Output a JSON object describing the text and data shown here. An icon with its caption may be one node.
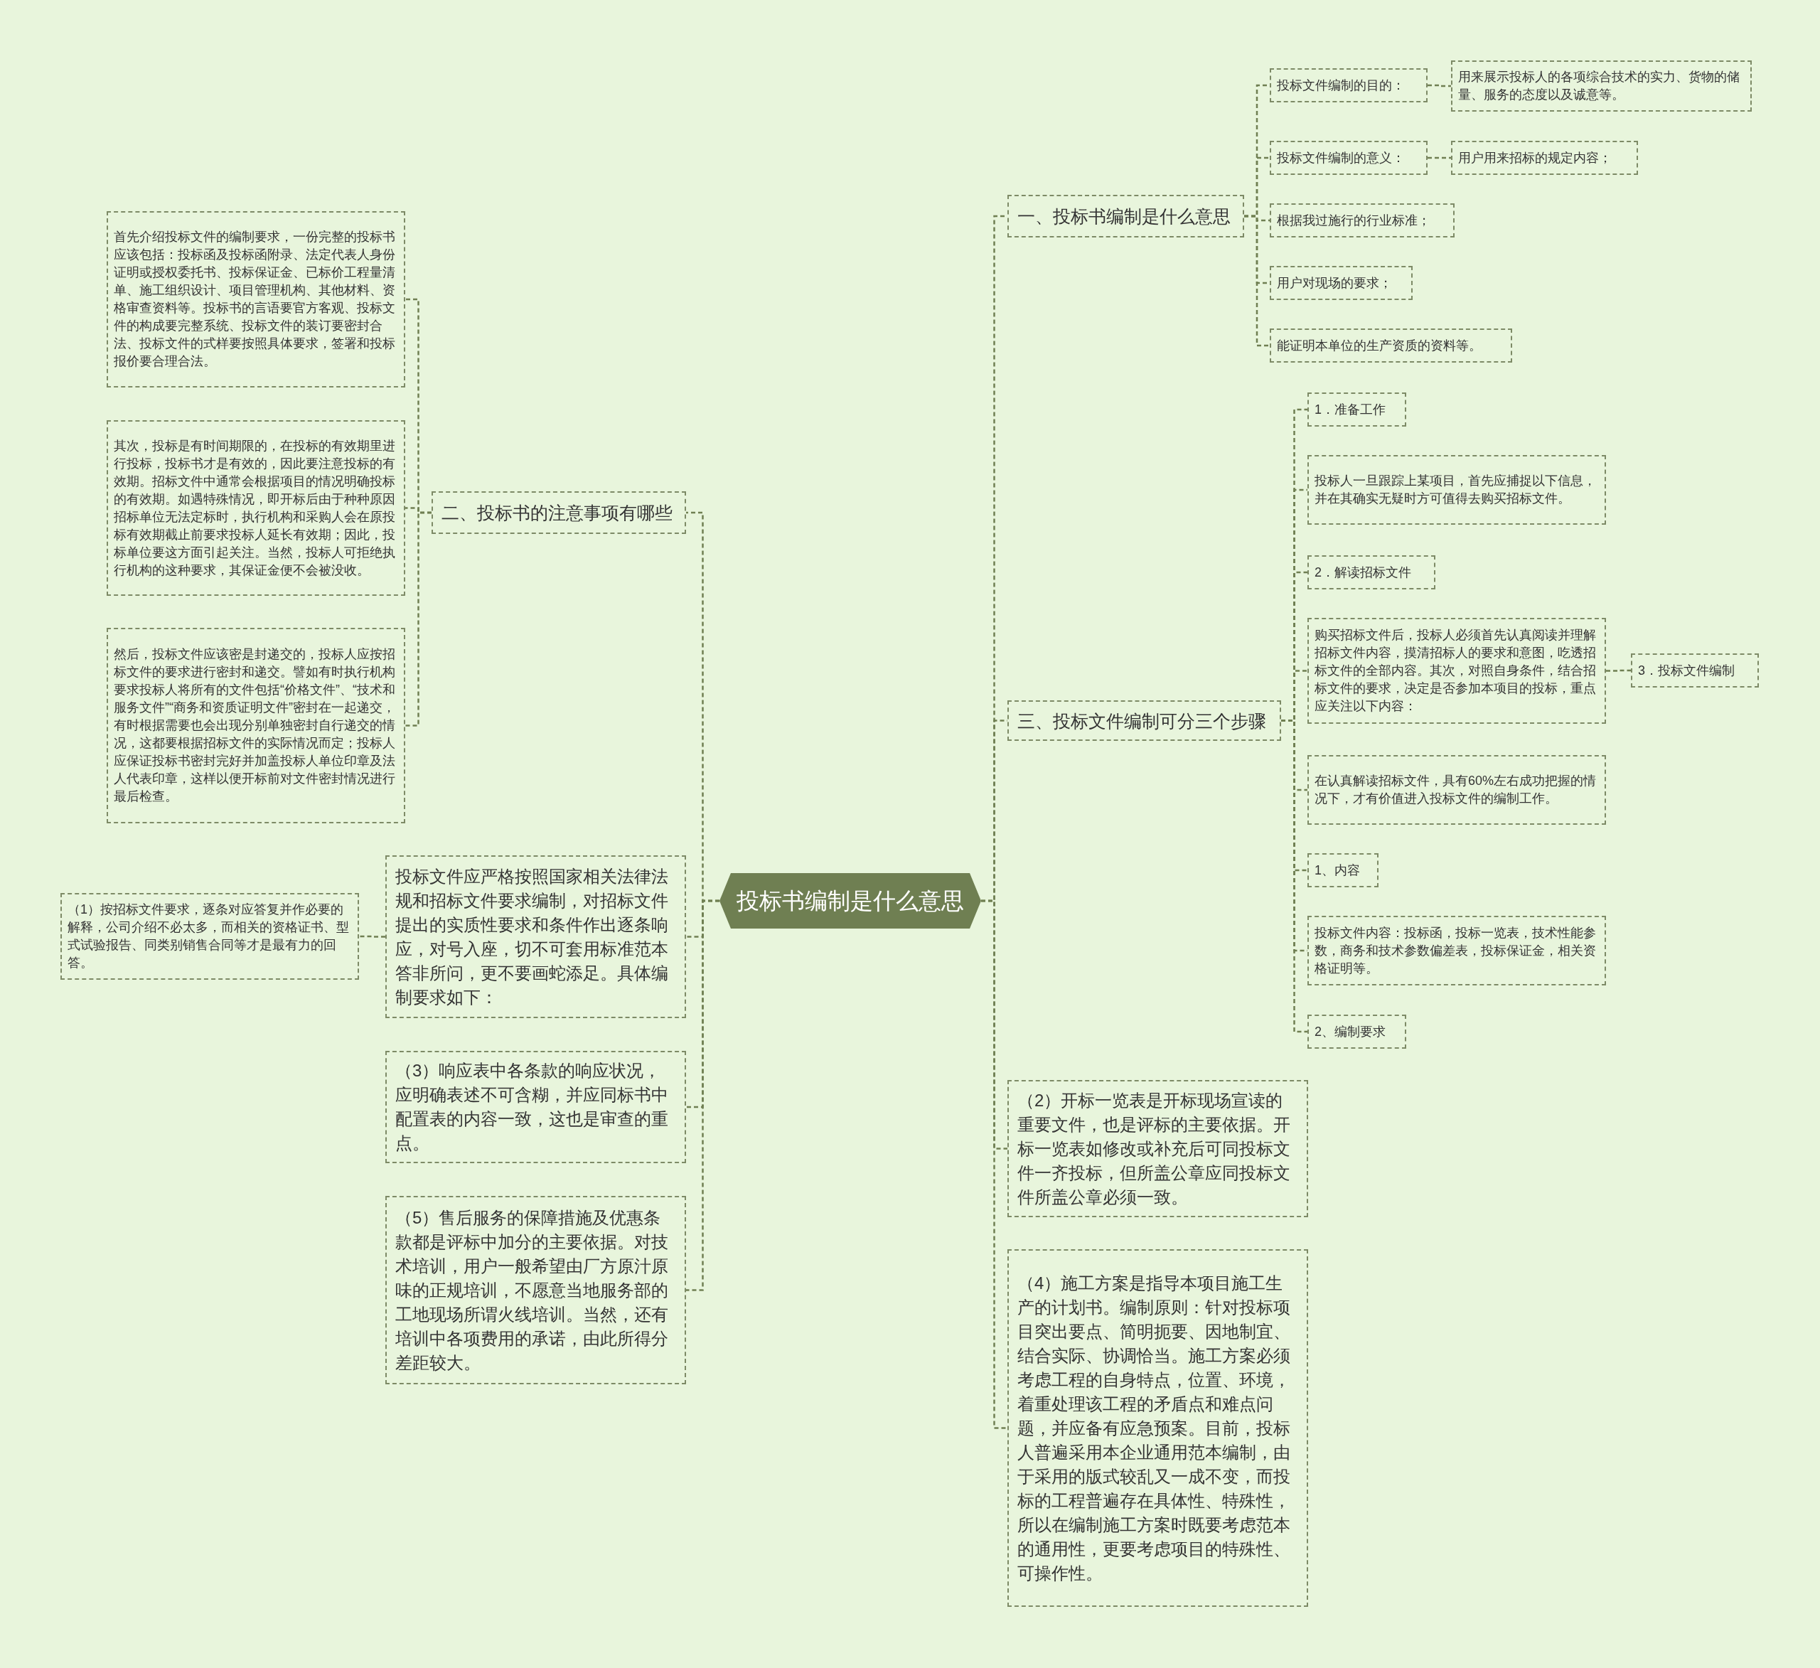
{
  "diagram": {
    "nodes": [
      {
        "text": [
          "投标书编制是什么意思"
        ]
      },
      {
        "text": [
          "一、投标书编制是什么意思"
        ]
      },
      {
        "text": [
          "投标文件编制的目的："
        ]
      },
      {
        "text": [
          "用来展示投标人的各项综合技术的实力、货物的储量、服务的态度以及诚意等。"
        ]
      },
      {
        "text": [
          "投标文件编制的意义："
        ]
      },
      {
        "text": [
          "用户用来招标的规定内容；"
        ]
      },
      {
        "text": [
          "根据我过施行的行业标准；"
        ]
      },
      {
        "text": [
          "用户对现场的要求；"
        ]
      },
      {
        "text": [
          "能证明本单位的生产资质的资料等。"
        ]
      },
      {
        "text": [
          "三、投标文件编制可分三个步骤"
        ]
      },
      {
        "text": [
          "1．准备工作"
        ]
      },
      {
        "text": [
          "投标人一旦跟踪上某项目，首先应捕捉以下信息，并在其确实无疑时方可值得去购买招标文件。"
        ]
      },
      {
        "text": [
          "2．解读招标文件"
        ]
      },
      {
        "text": [
          "购买招标文件后，投标人必须首先认真阅读并理解招标文件内容，摸清招标人的要求和意图，吃透招标文件的全部内容。其次，对照自身条件，结合招标文件的要求，决定是否参加本项目的投标，重点应关注以下内容："
        ]
      },
      {
        "text": [
          "3．投标文件编制"
        ]
      },
      {
        "text": [
          "在认真解读招标文件，具有60%左右成功把握的情况下，才有价值进入投标文件的编制工作。"
        ]
      },
      {
        "text": [
          "1、内容"
        ]
      },
      {
        "text": [
          "投标文件内容：投标函，投标一览表，技术性能参数，商务和技术参数偏差表，投标保证金，相关资格证明等。"
        ]
      },
      {
        "text": [
          "2、编制要求"
        ]
      },
      {
        "text": [
          "（2）开标一览表是开标现场宣读的重要文件，也是评标的主要依据。开标一览表如修改或补充后可同投标文件一齐投标，但所盖公章应同投标文件所盖公章必须一致。"
        ]
      },
      {
        "text": [
          "（4）施工方案是指导本项目施工生产的计划书。编制原则：针对投标项目突出要点、简明扼要、因地制宜、结合实际、协调恰当。施工方案必须考虑工程的自身特点，位置、环境，着重处理该工程的矛盾点和难点问题，并应备有应急预案。目前，投标人普遍采用本企业通用范本编制，由于采用的版式较乱又一成不变，而投标的工程普遍存在具体性、特殊性，所以在编制施工方案时既要考虑范本的通用性，更要考虑项目的特殊性、可操作性。"
        ]
      },
      {
        "text": [
          "二、投标书的注意事项有哪些"
        ]
      },
      {
        "text": [
          "首先介绍投标文件的编制要求，一份完整的投标书应该包括：投标函及投标函附录、法定代表人身份证明或授权委托书、投标保证金、已标价工程量清单、施工组织设计、项目管理机构、其他材料、资格审查资料等。投标书的言语要官方客观、投标文件的构成要完整系统、投标文件的装订要密封合法、投标文件的式样要按照具体要求，签署和投标报价要合理合法。"
        ]
      },
      {
        "text": [
          "其次，投标是有时间期限的，在投标的有效期里进行投标，投标书才是有效的，因此要注意投标的有效期。招标文件中通常会根据项目的情况明确投标的有效期。如遇特殊情况，即开标后由于种种原因招标单位无法定标时，执行机构和采购人会在原投标有效期截止前要求投标人延长有效期；因此，投标单位要这方面引起关注。当然，投标人可拒绝执行机构的这种要求，其保证金便不会被没收。"
        ]
      },
      {
        "text": [
          "然后，投标文件应该密是封递交的，投标人应按招标文件的要求进行密封和递交。譬如有时执行机构要求投标人将所有的文件包括“价格文件”、“技术和服务文件”“商务和资质证明文件”密封在一起递交，有时根据需要也会出现分别单独密封自行递交的情况，这都要根据招标文件的实际情况而定；投标人应保证投标书密封完好并加盖投标人单位印章及法人代表印章，这样以便开标前对文件密封情况进行最后检查。"
        ]
      },
      {
        "text": [
          "投标文件应严格按照国家相关法律法规和招标文件要求编制，对招标文件提出的实质性要求和条件作出逐条响应，对号入座，切不可套用标准范本答非所问，更不要画蛇添足。具体编制要求如下："
        ]
      },
      {
        "text": [
          "（1）按招标文件要求，逐条对应答复并作必要的解释，公司介绍不必太多，而相关的资格证书、型式试验报告、同类别销售合同等才是最有力的回答。"
        ]
      },
      {
        "text": [
          "（3）响应表中各条款的响应状况，应明确表述不可含糊，并应同标书中配置表的内容一致，这也是审查的重点。"
        ]
      },
      {
        "text": [
          "（5）售后服务的保障措施及优惠条款都是评标中加分的主要依据。对技术培训，用户一般希望由厂方原汁原味的正规培训，不愿意当地服务部的工地现场所谓火线培训。当然，还有培训中各项费用的承诺，由此所得分差距较大。"
        ]
      }
    ],
    "edges": [
      {
        "from": 0,
        "to": 1,
        "arrow": "none"
      },
      {
        "from": 0,
        "to": 9,
        "arrow": "none"
      },
      {
        "from": 0,
        "to": 19,
        "arrow": "none"
      },
      {
        "from": 0,
        "to": 20,
        "arrow": "none"
      },
      {
        "from": 0,
        "to": 21,
        "arrow": "none"
      },
      {
        "from": 0,
        "to": 25,
        "arrow": "none"
      },
      {
        "from": 0,
        "to": 27,
        "arrow": "none"
      },
      {
        "from": 0,
        "to": 28,
        "arrow": "none"
      },
      {
        "from": 1,
        "to": 2,
        "arrow": "none"
      },
      {
        "from": 1,
        "to": 4,
        "arrow": "none"
      },
      {
        "from": 1,
        "to": 6,
        "arrow": "none"
      },
      {
        "from": 1,
        "to": 7,
        "arrow": "none"
      },
      {
        "from": 1,
        "to": 8,
        "arrow": "none"
      },
      {
        "from": 2,
        "to": 3,
        "arrow": "none"
      },
      {
        "from": 4,
        "to": 5,
        "arrow": "none"
      },
      {
        "from": 9,
        "to": 10,
        "arrow": "none"
      },
      {
        "from": 9,
        "to": 11,
        "arrow": "none"
      },
      {
        "from": 9,
        "to": 12,
        "arrow": "none"
      },
      {
        "from": 9,
        "to": 13,
        "arrow": "none"
      },
      {
        "from": 9,
        "to": 15,
        "arrow": "none"
      },
      {
        "from": 9,
        "to": 16,
        "arrow": "none"
      },
      {
        "from": 9,
        "to": 17,
        "arrow": "none"
      },
      {
        "from": 9,
        "to": 18,
        "arrow": "none"
      },
      {
        "from": 13,
        "to": 14,
        "arrow": "none"
      },
      {
        "from": 21,
        "to": 22,
        "arrow": "none"
      },
      {
        "from": 21,
        "to": 23,
        "arrow": "none"
      },
      {
        "from": 21,
        "to": 24,
        "arrow": "none"
      },
      {
        "from": 25,
        "to": 26,
        "arrow": "none"
      }
    ]
  }
}
